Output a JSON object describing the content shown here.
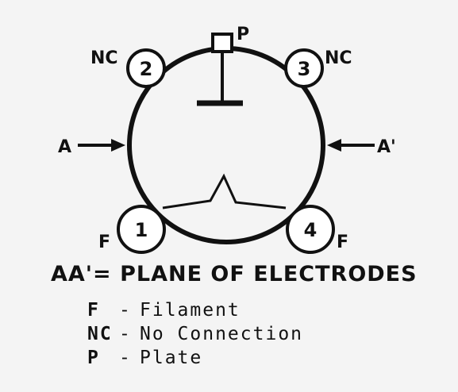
{
  "diagram": {
    "pins": [
      {
        "number": "1",
        "label": "F"
      },
      {
        "number": "2",
        "label": "NC"
      },
      {
        "number": "3",
        "label": "NC"
      },
      {
        "number": "4",
        "label": "F"
      }
    ],
    "plate_label": "P",
    "plane_left": "A",
    "plane_right": "A'"
  },
  "title": "AA'= PLANE OF ELECTRODES",
  "legend": [
    {
      "key": "F",
      "sep": "-",
      "text": "Filament"
    },
    {
      "key": "NC",
      "sep": "-",
      "text": "No Connection"
    },
    {
      "key": "P",
      "sep": "-",
      "text": "Plate"
    }
  ]
}
